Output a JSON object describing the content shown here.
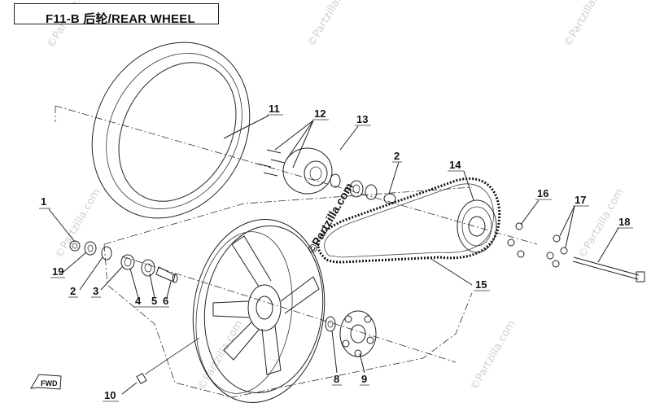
{
  "title": "F11-B 后轮/REAR WHEEL",
  "watermark": "©Partzilla.com",
  "center_watermark": "©Partzilla.com",
  "fwd_label": "FWD",
  "callouts": [
    "1",
    "2",
    "2",
    "3",
    "4",
    "5",
    "6",
    "8",
    "9",
    "10",
    "11",
    "12",
    "13",
    "14",
    "15",
    "16",
    "17",
    "18",
    "19"
  ],
  "colors": {
    "line": "#222222",
    "watermark": "#cfcfcf",
    "background": "#ffffff"
  }
}
